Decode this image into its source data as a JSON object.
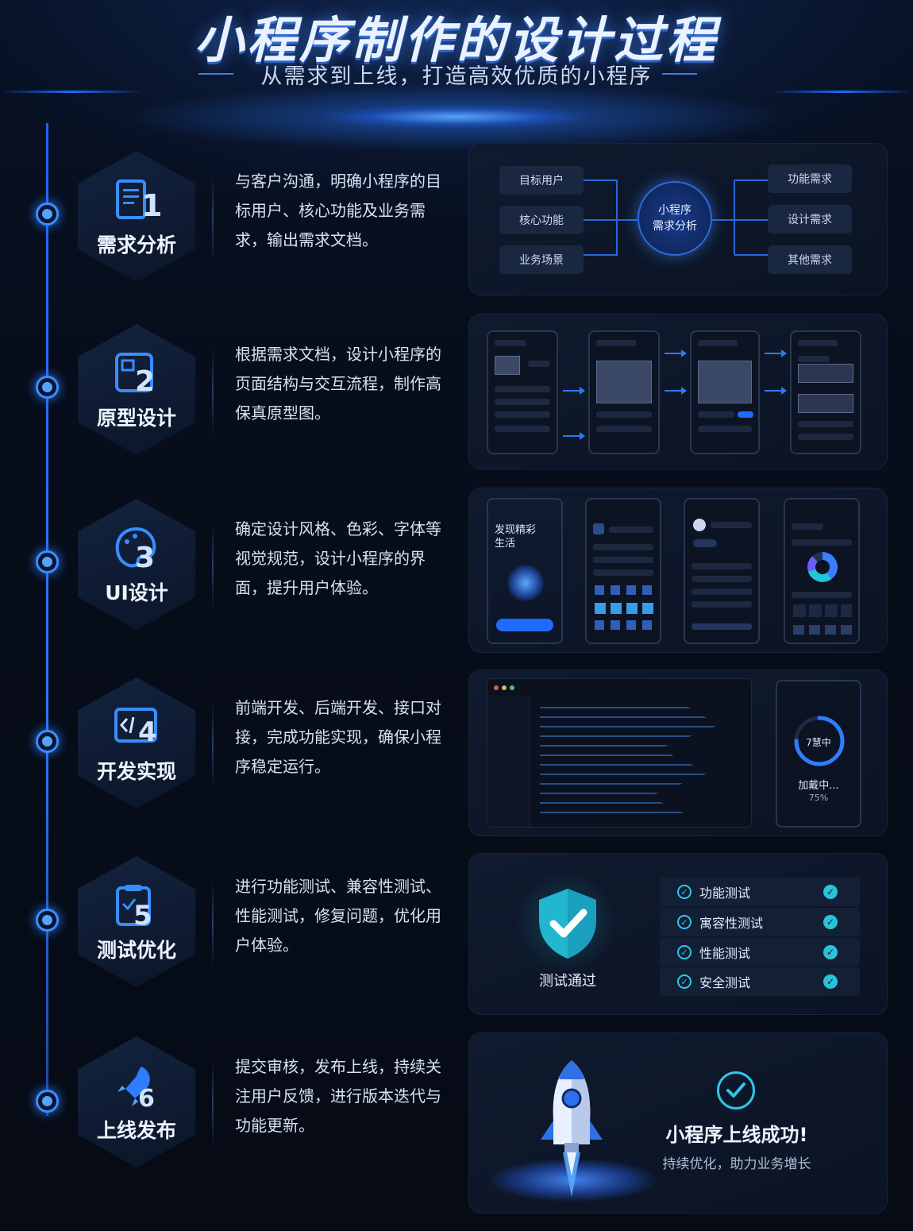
{
  "header": {
    "title": "小程序制作的设计过程",
    "subtitle": "从需求到上线，打造高效优质的小程序"
  },
  "colors": {
    "accent": "#2f7dff",
    "background": "#070d1a",
    "success": "#2fc7e8"
  },
  "stages": [
    {
      "name": "需求分析",
      "icon": "document-1-icon",
      "desc": "与客户沟通，明确小程序的目标用户、核心功能及业务需求，输出需求文档。",
      "panel": {
        "hub": [
          "小程序",
          "需求分析"
        ],
        "left": [
          "目标用户",
          "核心功能",
          "业务场景"
        ],
        "right": [
          "功能需求",
          "设计需求",
          "其他需求"
        ]
      }
    },
    {
      "name": "原型设计",
      "icon": "wireframe-2-icon",
      "desc": "根据需求文档，设计小程序的页面结构与交互流程，制作高保真原型图。"
    },
    {
      "name": "UI设计",
      "icon": "palette-3-icon",
      "desc": "确定设计风格、色彩、字体等视觉规范，设计小程序的界面，提升用户体验。",
      "panel": {
        "phone_title": [
          "发现精彩",
          "生活"
        ]
      }
    },
    {
      "name": "开发实现",
      "icon": "code-4-icon",
      "desc": "前端开发、后端开发、接口对接，完成功能实现，确保小程序稳定运行。",
      "panel": {
        "ring_text": "7慧中",
        "loading_label": "加戴中...",
        "loading_percent": "75%",
        "progress": 0.75
      }
    },
    {
      "name": "测试优化",
      "icon": "clipboard-5-icon",
      "desc": "进行功能测试、兼容性测试、性能测试，修复问题，优化用户体验。",
      "panel": {
        "shield_label": "测试通过",
        "checks": [
          "功能测试",
          "寓容性测试",
          "性能测试",
          "安全测试"
        ]
      }
    },
    {
      "name": "上线发布",
      "icon": "rocket-6-icon",
      "desc": "提交审核，发布上线，持续关注用户反馈，进行版本迭代与功能更新。",
      "panel": {
        "success_title": "小程序上线成功!",
        "success_sub": "持续优化，助力业务増长"
      }
    }
  ]
}
